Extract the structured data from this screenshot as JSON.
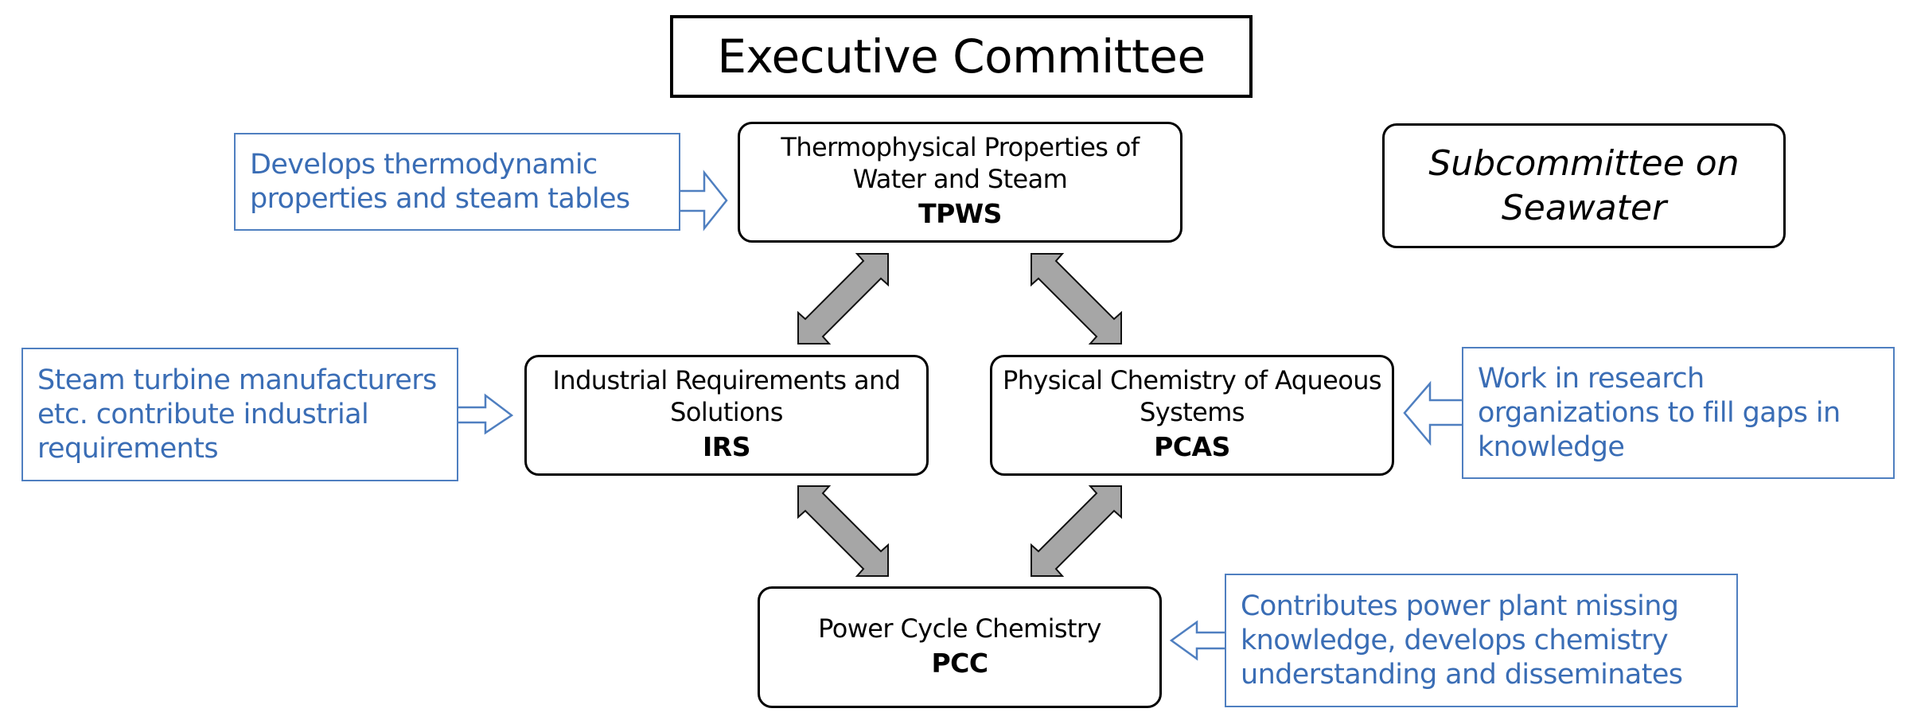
{
  "diagram": {
    "executive": {
      "title": "Executive Committee"
    },
    "nodes": {
      "tpws": {
        "name_lines": [
          "Thermophysical Properties of",
          "Water and Steam"
        ],
        "abbr": "TPWS"
      },
      "irs": {
        "name_lines": [
          "Industrial Requirements and",
          "Solutions"
        ],
        "abbr": "IRS"
      },
      "pcas": {
        "name_lines": [
          "Physical Chemistry of Aqueous",
          "Systems"
        ],
        "abbr": "PCAS"
      },
      "pcc": {
        "name_lines": [
          "Power Cycle Chemistry"
        ],
        "abbr": "PCC"
      },
      "seawater": {
        "name_lines": [
          "Subcommittee on",
          "Seawater"
        ]
      }
    },
    "callouts": {
      "tpws": {
        "lines": [
          "Develops thermodynamic",
          "properties and steam tables"
        ],
        "target": "TPWS"
      },
      "irs": {
        "lines": [
          "Steam turbine manufacturers",
          "etc. contribute industrial",
          "requirements"
        ],
        "target": "IRS"
      },
      "pcas": {
        "lines": [
          "Work in research",
          "organizations to fill gaps in",
          "knowledge"
        ],
        "target": "PCAS"
      },
      "pcc": {
        "lines": [
          "Contributes power plant missing",
          "knowledge, develops chemistry",
          "understanding and disseminates"
        ],
        "target": "PCC"
      }
    },
    "connections": [
      {
        "from": "TPWS",
        "to": "IRS",
        "type": "bidirectional"
      },
      {
        "from": "TPWS",
        "to": "PCAS",
        "type": "bidirectional"
      },
      {
        "from": "IRS",
        "to": "PCC",
        "type": "bidirectional"
      },
      {
        "from": "PCAS",
        "to": "PCC",
        "type": "bidirectional"
      }
    ],
    "colors": {
      "callout_text": "#3a6db5",
      "callout_border": "#4f7fc0",
      "connector_fill": "#a6a6a6",
      "node_border": "#000000"
    }
  }
}
